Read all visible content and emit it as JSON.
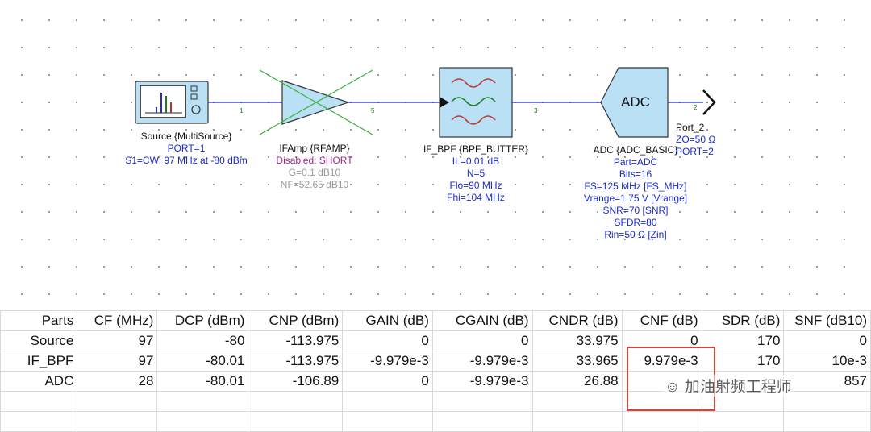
{
  "schematic": {
    "net_numbers": [
      "1",
      "5",
      "3",
      "2"
    ],
    "source": {
      "name": "Source {MultiSource}",
      "port": "PORT=1",
      "s1": "S1=CW: 97 MHz at -80 dBm"
    },
    "ifamp": {
      "name": "IFAmp {RFAMP}",
      "status": "Disabled: SHORT",
      "gain": "G=0.1 dB10",
      "nf": "NF=52.65 dB10"
    },
    "bpf": {
      "name": "IF_BPF {BPF_BUTTER}",
      "il": "IL=0.01 dB",
      "n": "N=5",
      "flo": "Flo=90 MHz",
      "fhi": "Fhi=104 MHz"
    },
    "adc": {
      "symbol_label": "ADC",
      "name": "ADC {ADC_BASIC}",
      "part": "Part=ADC",
      "bits": "Bits=16",
      "fs": "FS=125 MHz [FS_MHz]",
      "vrange": "Vrange=1.75 V [Vrange]",
      "snr": "SNR=70 [SNR]",
      "sfdr": "SFDR=80",
      "rin": "Rin=50 Ω [Zin]"
    },
    "port2": {
      "name": "Port_2",
      "zo": "ZO=50 Ω",
      "port": "PORT=2"
    }
  },
  "table": {
    "headers": [
      "Parts",
      "CF (MHz)",
      "DCP (dBm)",
      "CNP (dBm)",
      "GAIN (dB)",
      "CGAIN (dB)",
      "CNDR (dB)",
      "CNF (dB)",
      "SDR (dB)",
      "SNF (dB10)"
    ],
    "rows": [
      [
        "Source",
        "97",
        "-80",
        "-113.975",
        "0",
        "0",
        "33.975",
        "0",
        "170",
        "0"
      ],
      [
        "IF_BPF",
        "97",
        "-80.01",
        "-113.975",
        "-9.979e-3",
        "-9.979e-3",
        "33.965",
        "9.979e-3",
        "170",
        "10e-3"
      ],
      [
        "ADC",
        "28",
        "-80.01",
        "-106.89",
        "0",
        "-9.979e-3",
        "26.88",
        "",
        "",
        "857"
      ]
    ]
  },
  "overlay": {
    "watermark": "加油射频工程师"
  },
  "colors": {
    "wire": "#1a2bd0",
    "component_fill": "#b9e0f5",
    "net_number": "#1d7a1d",
    "highlight_box": "#d0453c"
  }
}
